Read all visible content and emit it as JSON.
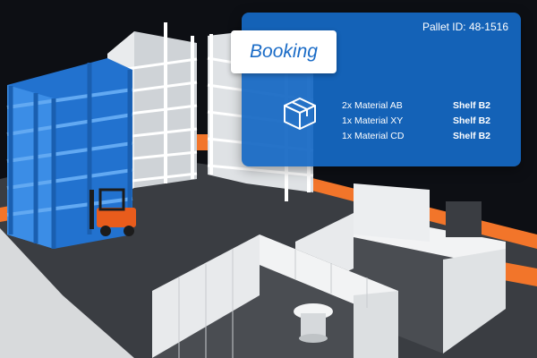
{
  "booking_card": {
    "title": "Booking",
    "pallet_id": "Pallet ID: 48-1516",
    "items": [
      {
        "material": "2x Material AB",
        "shelf": "Shelf B2"
      },
      {
        "material": "1x Material XY",
        "shelf": "Shelf B2"
      },
      {
        "material": "1x Material CD",
        "shelf": "Shelf B2"
      }
    ],
    "icon": "package-box-icon"
  },
  "colors": {
    "card_bg": "#1668c4",
    "tab_text": "#1b6cc7",
    "floor": "#3c3f44",
    "blue_rack": "#2b7fd8",
    "white_rack": "#e8eaec",
    "orange_line": "#f2752a",
    "forklift": "#e85c1c"
  }
}
